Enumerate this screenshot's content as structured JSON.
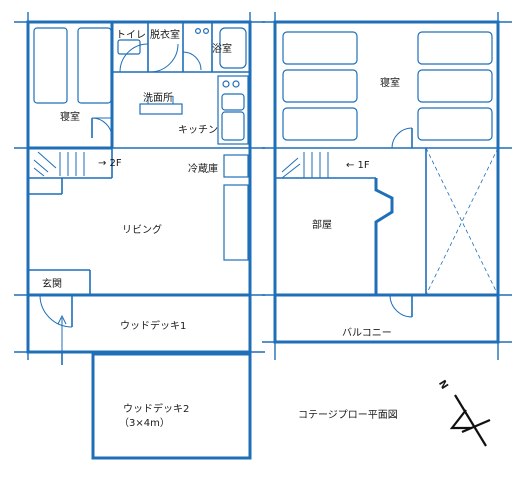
{
  "first_floor": {
    "bedroom": "寝室",
    "toilet": "トイレ",
    "dressing_room": "脱衣室",
    "bathroom": "浴室",
    "washroom": "洗面所",
    "kitchen": "キッチン",
    "stairs_up": "→ 2F",
    "refrigerator": "冷蔵庫",
    "living": "リビング",
    "entrance": "玄関",
    "wood_deck_1": "ウッドデッキ1",
    "wood_deck_2": "ウッドデッキ2",
    "wood_deck_2_size": "（3×4m）"
  },
  "second_floor": {
    "bedroom": "寝室",
    "stairs_down": "← 1F",
    "room": "部屋",
    "balcony": "バルコニー"
  },
  "title": "コテージプロー平面図",
  "north_label": "N"
}
